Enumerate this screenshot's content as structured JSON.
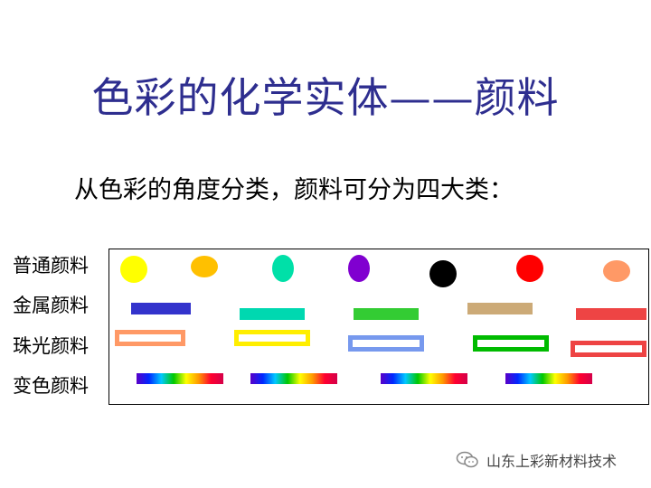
{
  "title": "色彩的化学实体——颜料",
  "subtitle": "从色彩的角度分类，颜料可分为四大类：",
  "rows": [
    {
      "label": "普通颜料"
    },
    {
      "label": "金属颜料"
    },
    {
      "label": "珠光颜料"
    },
    {
      "label": "变色颜料"
    }
  ],
  "colors": {
    "title": "#2e2e8f",
    "dots": [
      "#ffff00",
      "#ffc000",
      "#00e0a8",
      "#8000d0",
      "#000000",
      "#ff0000",
      "#ff9966"
    ],
    "metal_bars": [
      "#3333cc",
      "#00d8b0",
      "#33cc33",
      "#ccaa77",
      "#ee4444"
    ],
    "pearl_frames": [
      "#ff9966",
      "#ffee00",
      "#7799ee",
      "#00bb00",
      "#ee4444"
    ]
  },
  "watermark": {
    "icon": "wechat-icon",
    "text": "山东上彩新材料技术"
  }
}
